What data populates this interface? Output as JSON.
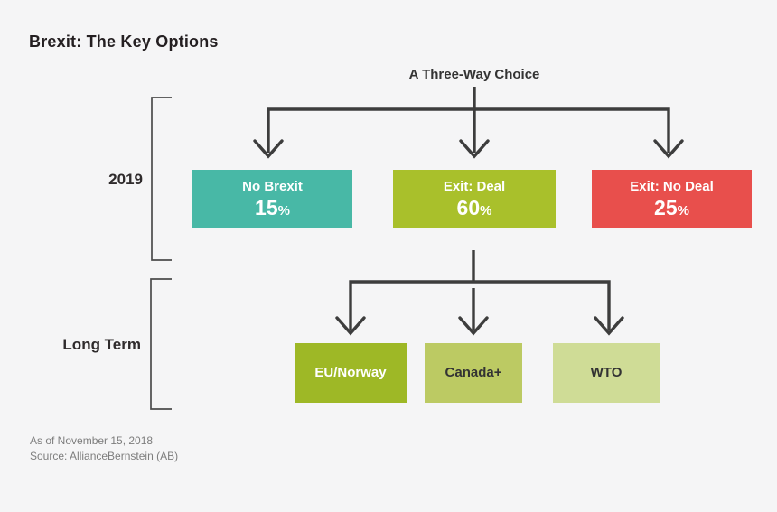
{
  "title": "Brexit: The Key Options",
  "choice_label": "A Three-Way Choice",
  "tiers": [
    {
      "label": "2019",
      "boxes": [
        {
          "label": "No Brexit",
          "value": "15",
          "unit": "%",
          "color": "#48b8a6",
          "text_color": "#ffffff"
        },
        {
          "label": "Exit: Deal",
          "value": "60",
          "unit": "%",
          "color": "#a9c02b",
          "text_color": "#ffffff"
        },
        {
          "label": "Exit: No Deal",
          "value": "25",
          "unit": "%",
          "color": "#e84f4c",
          "text_color": "#ffffff"
        }
      ]
    },
    {
      "label": "Long Term",
      "boxes": [
        {
          "label": "EU/Norway",
          "color": "#9eb826",
          "text_color": "#ffffff"
        },
        {
          "label": "Canada+",
          "color": "#bcca63",
          "text_color": "#333333"
        },
        {
          "label": "WTO",
          "color": "#cfdc96",
          "text_color": "#333333"
        }
      ]
    }
  ],
  "footnotes": {
    "as_of": "As of November 15, 2018",
    "source": "Source: AllianceBernstein (AB)"
  },
  "colors": {
    "background": "#f5f5f6",
    "line": "#3d3d3d",
    "bracket": "#4c4c4c",
    "title": "#241f21",
    "footnote": "#7d7d7d"
  }
}
